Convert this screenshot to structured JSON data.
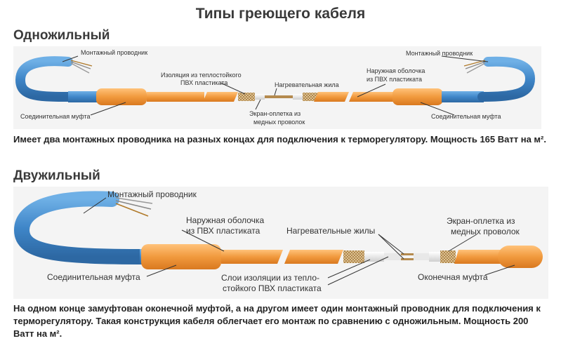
{
  "title": "Типы греющего кабеля",
  "single": {
    "heading": "Одножильный",
    "labels": {
      "mount_left": "Монтажный проводник",
      "mount_right": "Монтажный проводник",
      "insulation_1": "Изоляция из теплостойкого",
      "insulation_2": "ПВХ пластиката",
      "heating_core": "Нагревательная жила",
      "outer_1": "Наружная оболочка",
      "outer_2": "из ПВХ пластиката",
      "screen_1": "Экран-оплетка из",
      "screen_2": "медных проволок",
      "coupling_left": "Соединительная муфта",
      "coupling_right": "Соединительная муфта"
    },
    "description": "Имеет два монтажных проводника на разных концах для подключения к терморегулятору. Мощность 165 Ватт на м²."
  },
  "double": {
    "heading": "Двужильный",
    "labels": {
      "mount": "Монтажный проводник",
      "outer_1": "Наружная оболочка",
      "outer_2": "из ПВХ пластиката",
      "heating_cores": "Нагревательные жилы",
      "screen_1": "Экран-оплетка из",
      "screen_2": "медных проволок",
      "coupling": "Соединительная муфта",
      "layers_1": "Слои изоляции из тепло-",
      "layers_2": "стойкого ПВХ пластиката",
      "end_coupling": "Оконечная муфта"
    },
    "description": "На одном конце замуфтован оконечной муфтой, а на другом имеет один монтажный проводник для подключения к терморегулятору. Такая конструкция кабеля облегчает его монтаж по сравнению с одножильным. Мощность 200 Ватт на м²."
  },
  "colors": {
    "cable_blue": "#3f86c8",
    "cable_orange": "#f19a3e",
    "copper": "#c7a365",
    "panel": "#f4f4f4"
  }
}
